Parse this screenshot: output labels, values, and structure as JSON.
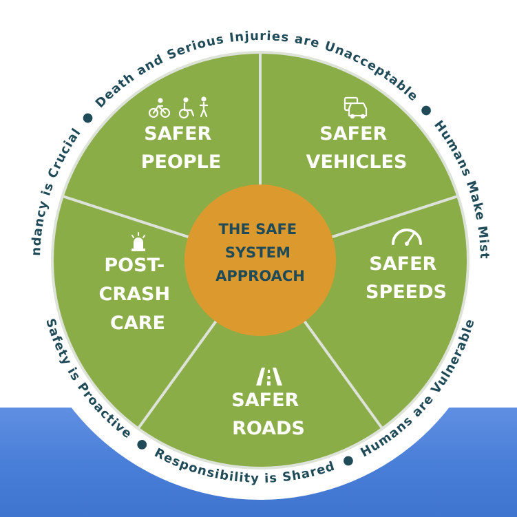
{
  "center": {
    "lines": [
      "THE SAFE",
      "SYSTEM",
      "APPROACH"
    ]
  },
  "segments": {
    "people": {
      "lines": [
        "SAFER",
        "PEOPLE"
      ],
      "icon": "bike-wheelchair-pedestrian-icon"
    },
    "vehicles": {
      "lines": [
        "SAFER",
        "VEHICLES"
      ],
      "icon": "vehicles-icon"
    },
    "speeds": {
      "lines": [
        "SAFER",
        "SPEEDS"
      ],
      "icon": "speedometer-icon"
    },
    "roads": {
      "lines": [
        "SAFER",
        "ROADS"
      ],
      "icon": "road-icon"
    },
    "postcrash": {
      "lines": [
        "POST-",
        "CRASH",
        "CARE"
      ],
      "icon": "emergency-light-icon"
    }
  },
  "principles": {
    "top": [
      "Redundancy is Crucial",
      "Death and Serious Injuries are Unacceptable",
      "Humans Make Mistakes"
    ],
    "bottom": [
      "Safety is Proactive",
      "Responsibility is Shared",
      "Humans are Vulnerable"
    ]
  },
  "colors": {
    "segment_green": "#8aad48",
    "divider": "#dde3d8",
    "center_orange": "#dc9a2e",
    "text_dark": "#1f4a57",
    "ring_white": "#ffffff",
    "band_blue": "#4a7fd8"
  }
}
